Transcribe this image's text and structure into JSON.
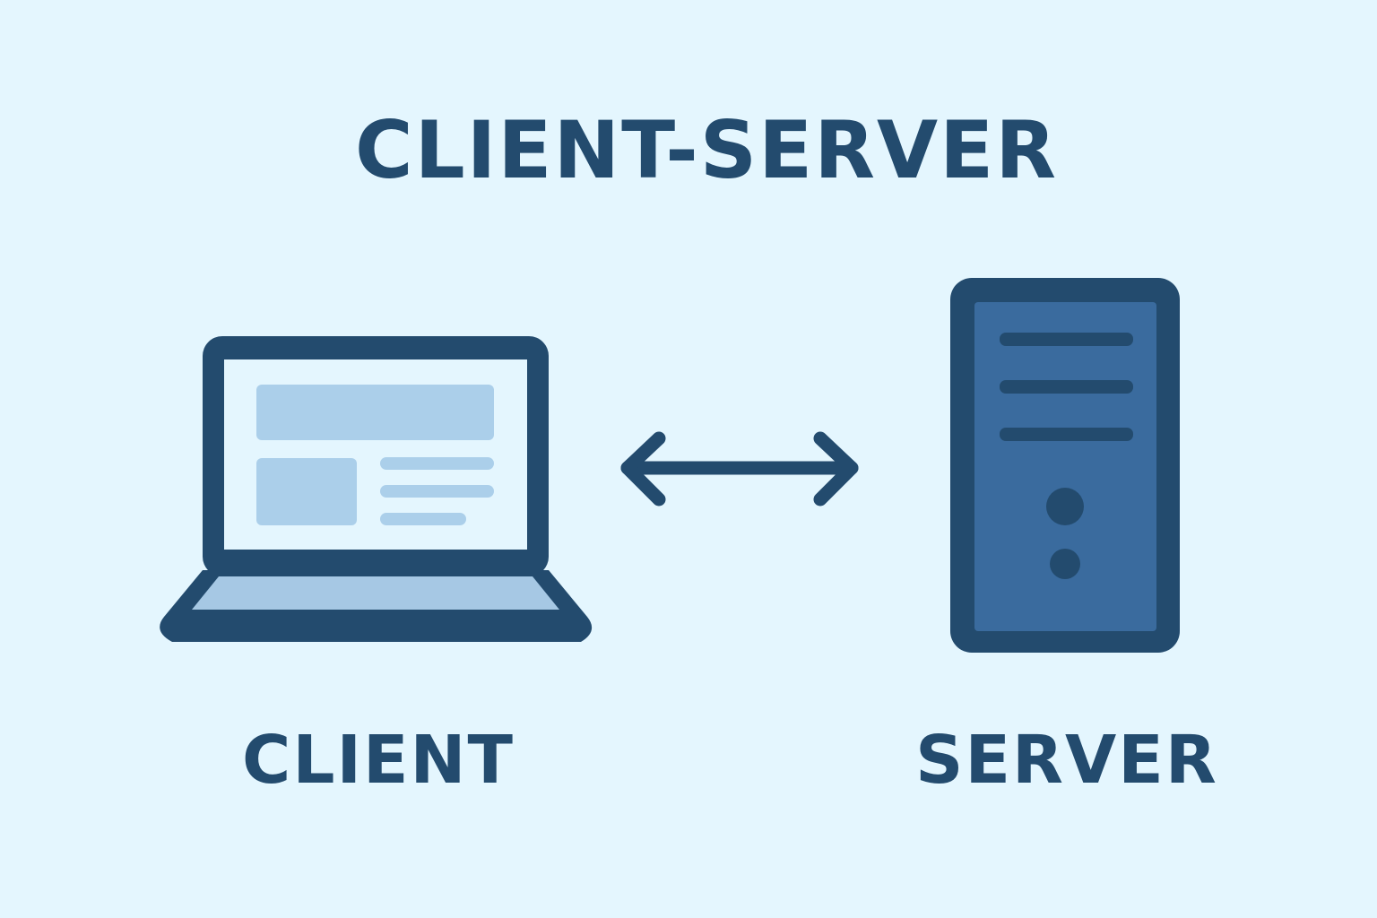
{
  "diagram": {
    "title": "CLIENT-SERVER",
    "nodes": [
      {
        "id": "client",
        "label": "CLIENT",
        "icon": "laptop-icon"
      },
      {
        "id": "server",
        "label": "SERVER",
        "icon": "server-tower-icon"
      }
    ],
    "edges": [
      {
        "from": "client",
        "to": "server",
        "direction": "bidirectional",
        "icon": "double-arrow-icon"
      }
    ]
  },
  "colors": {
    "background": "#e4f6fe",
    "dark": "#234b6e",
    "accent_light": "#abcfea",
    "server_body": "#3a6b9e"
  }
}
